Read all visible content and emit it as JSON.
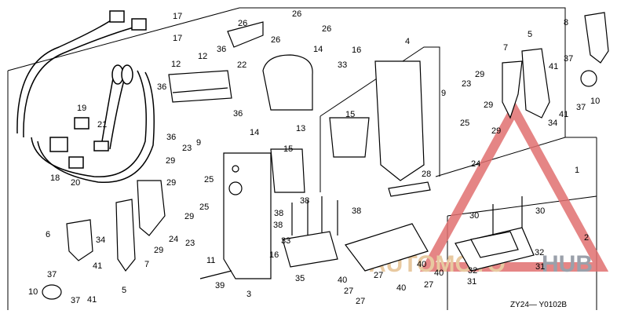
{
  "diagram": {
    "code": "ZY24— Y0102B",
    "watermark": {
      "left": "AUTOMOTO",
      "right": "HUB",
      "left_color": "#e8c9a0",
      "right_color": "#9aa0aa",
      "triangle_color": "#e07070"
    },
    "labels": [
      {
        "id": "l1",
        "text": "1"
      },
      {
        "id": "l2",
        "text": "2"
      },
      {
        "id": "l3",
        "text": "3"
      },
      {
        "id": "l4",
        "text": "4"
      },
      {
        "id": "l5a",
        "text": "5"
      },
      {
        "id": "l5b",
        "text": "5"
      },
      {
        "id": "l6",
        "text": "6"
      },
      {
        "id": "l7a",
        "text": "7"
      },
      {
        "id": "l7b",
        "text": "7"
      },
      {
        "id": "l8",
        "text": "8"
      },
      {
        "id": "l9a",
        "text": "9"
      },
      {
        "id": "l9b",
        "text": "9"
      },
      {
        "id": "l10a",
        "text": "10"
      },
      {
        "id": "l10b",
        "text": "10"
      },
      {
        "id": "l11",
        "text": "11"
      },
      {
        "id": "l12a",
        "text": "12"
      },
      {
        "id": "l12b",
        "text": "12"
      },
      {
        "id": "l13",
        "text": "13"
      },
      {
        "id": "l14a",
        "text": "14"
      },
      {
        "id": "l14b",
        "text": "14"
      },
      {
        "id": "l15a",
        "text": "15"
      },
      {
        "id": "l15b",
        "text": "15"
      },
      {
        "id": "l16a",
        "text": "16"
      },
      {
        "id": "l16b",
        "text": "16"
      },
      {
        "id": "l17a",
        "text": "17"
      },
      {
        "id": "l17b",
        "text": "17"
      },
      {
        "id": "l18",
        "text": "18"
      },
      {
        "id": "l19",
        "text": "19"
      },
      {
        "id": "l20",
        "text": "20"
      },
      {
        "id": "l21",
        "text": "21"
      },
      {
        "id": "l22",
        "text": "22"
      },
      {
        "id": "l23a",
        "text": "23"
      },
      {
        "id": "l23b",
        "text": "23"
      },
      {
        "id": "l23c",
        "text": "23"
      },
      {
        "id": "l24a",
        "text": "24"
      },
      {
        "id": "l24b",
        "text": "24"
      },
      {
        "id": "l25a",
        "text": "25"
      },
      {
        "id": "l25b",
        "text": "25"
      },
      {
        "id": "l25c",
        "text": "25"
      },
      {
        "id": "l26a",
        "text": "26"
      },
      {
        "id": "l26b",
        "text": "26"
      },
      {
        "id": "l26c",
        "text": "26"
      },
      {
        "id": "l26d",
        "text": "26"
      },
      {
        "id": "l27a",
        "text": "27"
      },
      {
        "id": "l27b",
        "text": "27"
      },
      {
        "id": "l27c",
        "text": "27"
      },
      {
        "id": "l27d",
        "text": "27"
      },
      {
        "id": "l28",
        "text": "28"
      },
      {
        "id": "l29a",
        "text": "29"
      },
      {
        "id": "l29b",
        "text": "29"
      },
      {
        "id": "l29c",
        "text": "29"
      },
      {
        "id": "l29d",
        "text": "29"
      },
      {
        "id": "l29e",
        "text": "29"
      },
      {
        "id": "l29f",
        "text": "29"
      },
      {
        "id": "l29g",
        "text": "29"
      },
      {
        "id": "l30a",
        "text": "30"
      },
      {
        "id": "l30b",
        "text": "30"
      },
      {
        "id": "l31",
        "text": "31"
      },
      {
        "id": "l31b",
        "text": "31"
      },
      {
        "id": "l32",
        "text": "32"
      },
      {
        "id": "l32b",
        "text": "32"
      },
      {
        "id": "l33a",
        "text": "33"
      },
      {
        "id": "l33b",
        "text": "33"
      },
      {
        "id": "l34a",
        "text": "34"
      },
      {
        "id": "l34b",
        "text": "34"
      },
      {
        "id": "l35",
        "text": "35"
      },
      {
        "id": "l36a",
        "text": "36"
      },
      {
        "id": "l36b",
        "text": "36"
      },
      {
        "id": "l36c",
        "text": "36"
      },
      {
        "id": "l36d",
        "text": "36"
      },
      {
        "id": "l37a",
        "text": "37"
      },
      {
        "id": "l37b",
        "text": "37"
      },
      {
        "id": "l37c",
        "text": "37"
      },
      {
        "id": "l37d",
        "text": "37"
      },
      {
        "id": "l38a",
        "text": "38"
      },
      {
        "id": "l38b",
        "text": "38"
      },
      {
        "id": "l38c",
        "text": "38"
      },
      {
        "id": "l38d",
        "text": "38"
      },
      {
        "id": "l39",
        "text": "39"
      },
      {
        "id": "l40a",
        "text": "40"
      },
      {
        "id": "l40b",
        "text": "40"
      },
      {
        "id": "l40c",
        "text": "40"
      },
      {
        "id": "l40d",
        "text": "40"
      },
      {
        "id": "l41a",
        "text": "41"
      },
      {
        "id": "l41b",
        "text": "41"
      },
      {
        "id": "l41c",
        "text": "41"
      },
      {
        "id": "l41d",
        "text": "41"
      }
    ]
  }
}
